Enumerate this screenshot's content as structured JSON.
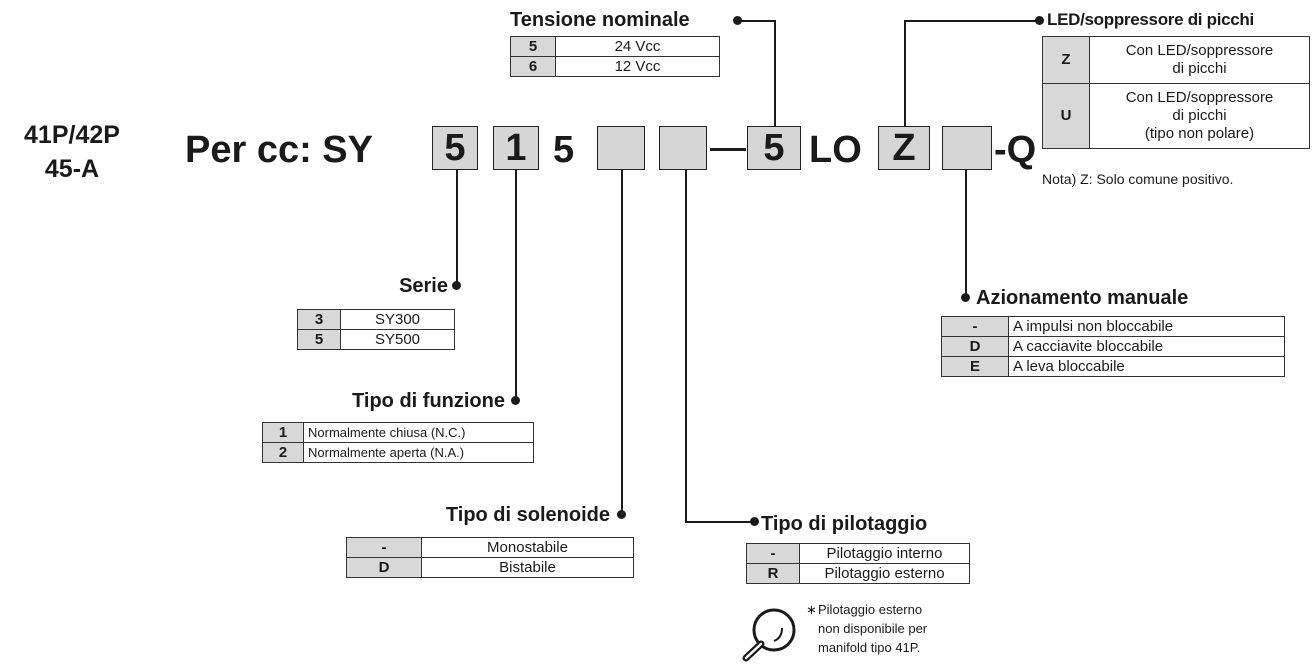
{
  "side_label": {
    "line1": "41P/42P",
    "line2": "45-A"
  },
  "code": {
    "prefix": "Per cc: SY",
    "box_series": "5",
    "box_function": "1",
    "fixed_digit": "5",
    "box_solenoid": "",
    "box_pilot": "",
    "dash": "-",
    "box_voltage": "5",
    "fixed_lo": "LO",
    "box_led": "Z",
    "box_manual": "",
    "suffix": "-Q"
  },
  "tensione": {
    "title": "Tensione nominale",
    "rows": [
      {
        "key": "5",
        "value": "24 Vcc"
      },
      {
        "key": "6",
        "value": "12 Vcc"
      }
    ]
  },
  "led": {
    "title": "LED/soppressore di picchi",
    "rows": [
      {
        "key": "Z",
        "line1": "Con LED/soppressore",
        "line2": "di picchi",
        "line3": ""
      },
      {
        "key": "U",
        "line1": "Con LED/soppressore",
        "line2": "di picchi",
        "line3": "(tipo non polare)"
      }
    ],
    "note": "Nota)  Z: Solo comune positivo."
  },
  "serie": {
    "title": "Serie",
    "rows": [
      {
        "key": "3",
        "value": "SY300"
      },
      {
        "key": "5",
        "value": "SY500"
      }
    ]
  },
  "funzione": {
    "title": "Tipo di funzione",
    "rows": [
      {
        "key": "1",
        "value": "Normalmente chiusa (N.C.)"
      },
      {
        "key": "2",
        "value": "Normalmente aperta (N.A.)"
      }
    ]
  },
  "solenoide": {
    "title": "Tipo di solenoide",
    "rows": [
      {
        "key": "-",
        "value": "Monostabile"
      },
      {
        "key": "D",
        "value": "Bistabile"
      }
    ]
  },
  "pilotaggio": {
    "title": "Tipo di pilotaggio",
    "rows": [
      {
        "key": "-",
        "value": "Pilotaggio interno"
      },
      {
        "key": "R",
        "value": "Pilotaggio esterno"
      }
    ],
    "note_mark": "∗",
    "note_lines": [
      "Pilotaggio esterno",
      "non disponibile per",
      "manifold tipo 41P."
    ],
    "icon": "magnifier-icon"
  },
  "manuale": {
    "title": "Azionamento manuale",
    "rows": [
      {
        "key": "-",
        "value": "A impulsi non bloccabile"
      },
      {
        "key": "D",
        "value": "A cacciavite bloccabile"
      },
      {
        "key": "E",
        "value": "A leva bloccabile"
      }
    ]
  }
}
